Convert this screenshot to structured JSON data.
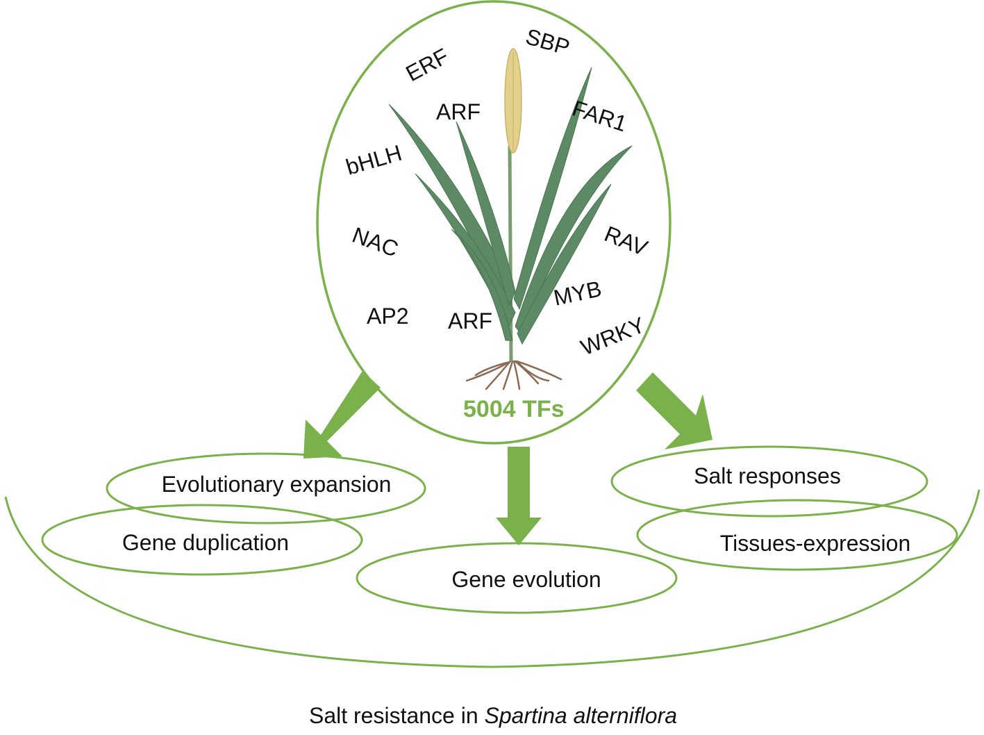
{
  "tf_families": [
    "ERF",
    "SBP",
    "ARF",
    "FAR1",
    "bHLH",
    "NAC",
    "RAV",
    "MYB",
    "AP2",
    "ARF",
    "WRKY"
  ],
  "tf_count": "5004 TFs",
  "analyses": {
    "evolutionary_expansion": "Evolutionary expansion",
    "gene_duplication": "Gene duplication",
    "gene_evolution": "Gene evolution",
    "salt_responses": "Salt responses",
    "tissues_expression": "Tissues-expression"
  },
  "caption": {
    "prefix": "Salt resistance in ",
    "species": "Spartina alterniflora"
  },
  "colors": {
    "accent_green": "#7ab14a",
    "leaf_green": "#5c8a64",
    "spike_yellow": "#e3d08a",
    "root_brown": "#8a6a55"
  }
}
